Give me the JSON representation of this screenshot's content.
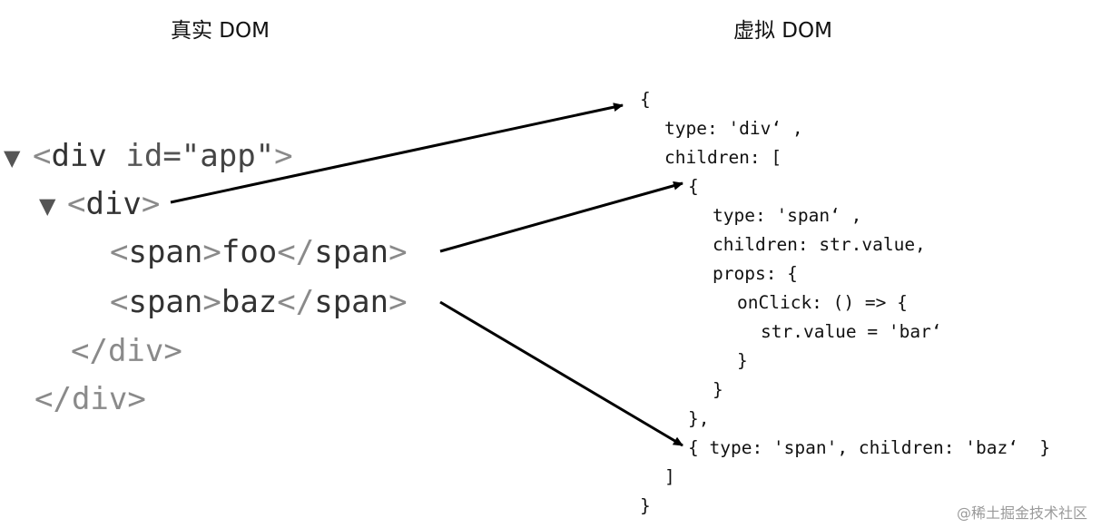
{
  "titles": {
    "real_dom": "真实 DOM",
    "virtual_dom": "虚拟 DOM"
  },
  "real_dom": {
    "line1": {
      "open": "<",
      "tag": "div",
      "attr": " id=",
      "val": "\"app\"",
      "close": ">"
    },
    "line2": {
      "open": "<",
      "tag": "div",
      "close": ">"
    },
    "line3": {
      "open": "<",
      "tag": "span",
      "close": ">",
      "text": "foo",
      "end_open": "</",
      "end_tag": "span",
      "end_close": ">"
    },
    "line4": {
      "open": "<",
      "tag": "span",
      "close": ">",
      "text": "baz",
      "end_open": "</",
      "end_tag": "span",
      "end_close": ">"
    },
    "line5": "</div>",
    "line6": "</div>"
  },
  "virtual_dom": {
    "lines": [
      "{",
      "type: 'div‘ ,",
      "children: [",
      "{",
      "type: 'span‘ ,",
      "children: str.value,",
      "props: {",
      "onClick: () => {",
      "str.value = 'bar‘",
      "}",
      "}",
      "},",
      "{ type: 'span', children: 'baz‘  }",
      "]",
      "}"
    ]
  },
  "watermark": "@稀土掘金技术社区"
}
